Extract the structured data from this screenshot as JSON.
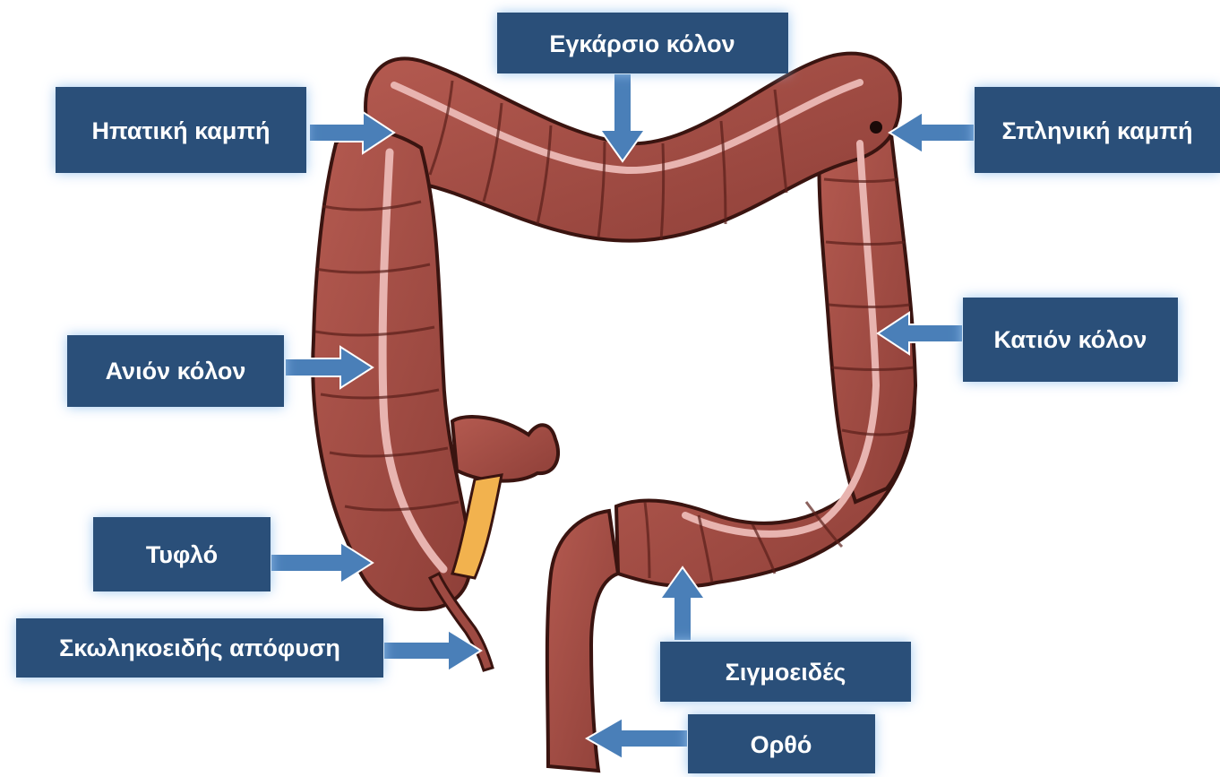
{
  "labels": {
    "transverse": "Εγκάρσιο κόλον",
    "hepatic": "Ηπατική καμπή",
    "splenic": "Σπληνική καμπή",
    "ascending": "Ανιόν κόλον",
    "descending": "Κατιόν κόλον",
    "cecum": "Τυφλό",
    "appendix": "Σκωληκοειδής απόφυση",
    "sigmoid": "Σιγμοειδές",
    "rectum": "Ορθό"
  },
  "colors": {
    "box_fill": "#2b5079",
    "box_glow": "#9cc6f0",
    "arrow": "#4a7fb8",
    "colon_outline": "#3a1410",
    "colon_fill": "#a04c44",
    "colon_band": "#e8b4b0",
    "mesentery": "#f2b24e"
  }
}
